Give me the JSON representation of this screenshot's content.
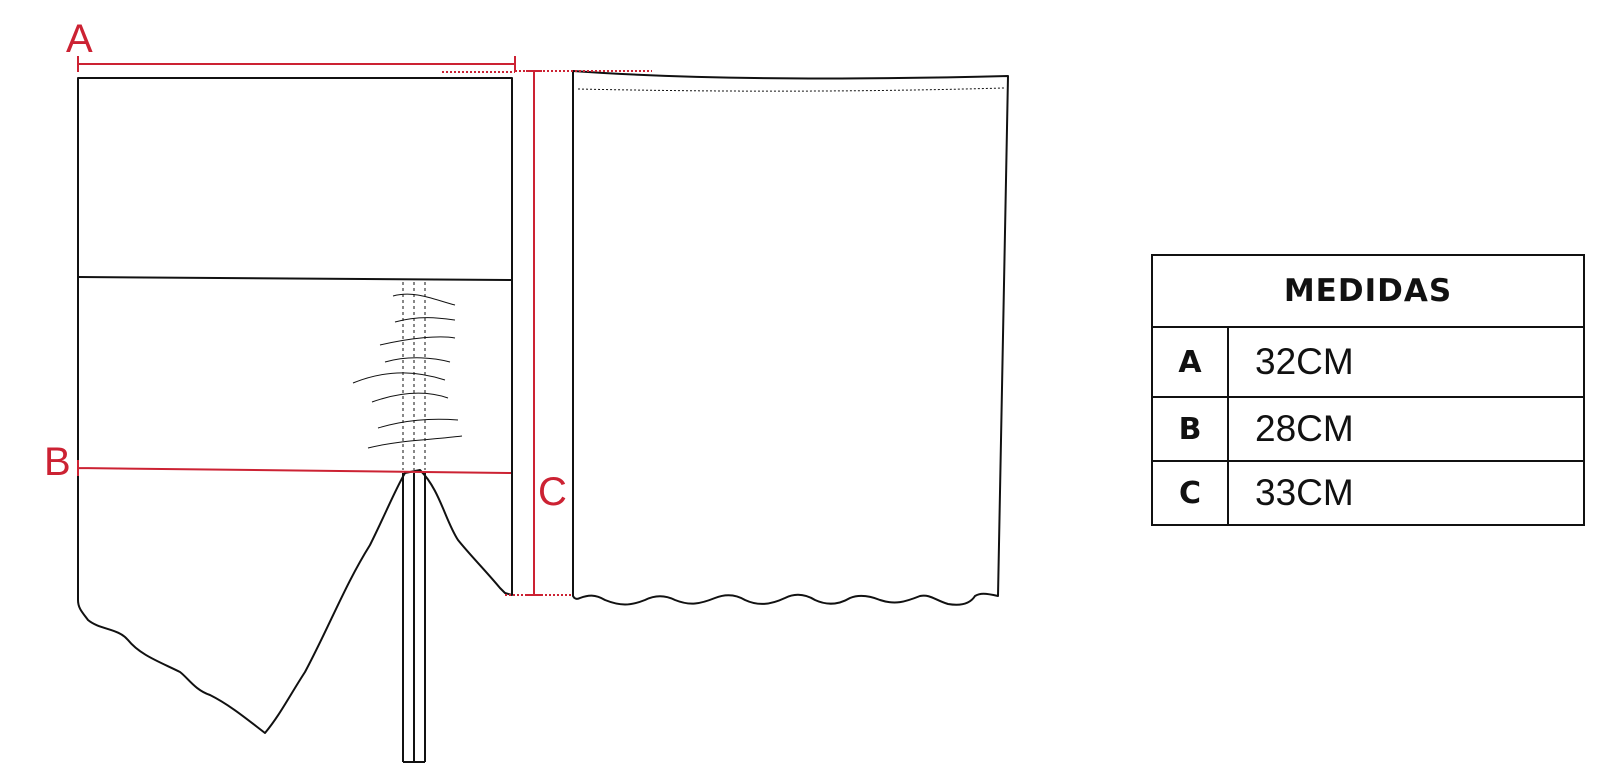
{
  "labels": {
    "a": "A",
    "b": "B",
    "c": "C"
  },
  "table": {
    "title": "MEDIDAS",
    "rows": [
      {
        "key": "A",
        "value": "32CM"
      },
      {
        "key": "B",
        "value": "28CM"
      },
      {
        "key": "C",
        "value": "33CM"
      }
    ]
  },
  "colors": {
    "accent": "#cc2233",
    "line": "#111111"
  }
}
